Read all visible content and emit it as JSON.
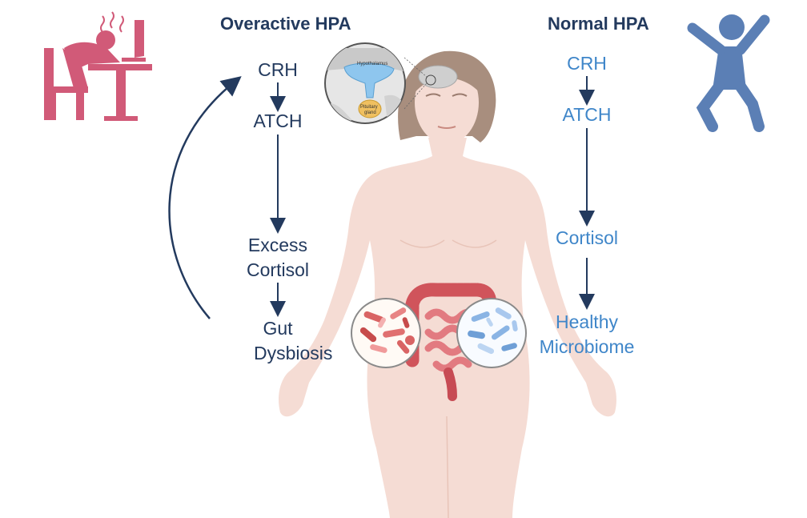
{
  "colors": {
    "dark_navy": "#233a5e",
    "blue_text": "#3f86c9",
    "skin": "#f5dcd4",
    "hair": "#a88e7e",
    "stressed_person": "#d15a78",
    "happy_person": "#5b7fb5",
    "gut": "#d0545b",
    "bad_bacteria": "#d96464",
    "good_bacteria": "#8ab4e4"
  },
  "icons": {
    "stressed": "stressed-person-at-desk-icon",
    "happy": "happy-jumping-person-icon"
  },
  "overactive": {
    "heading": "Overactive HPA",
    "steps": [
      "CRH",
      "ATCH",
      "Excess Cortisol",
      "Gut Dysbiosis"
    ]
  },
  "normal": {
    "heading": "Normal HPA",
    "steps": [
      "CRH",
      "ATCH",
      "Cortisol",
      "Healthy Microbiome"
    ]
  },
  "brain_inset": {
    "hypothalamus": "Hypothalamus",
    "pituitary_line1": "Pituitary",
    "pituitary_line2": "gland"
  }
}
